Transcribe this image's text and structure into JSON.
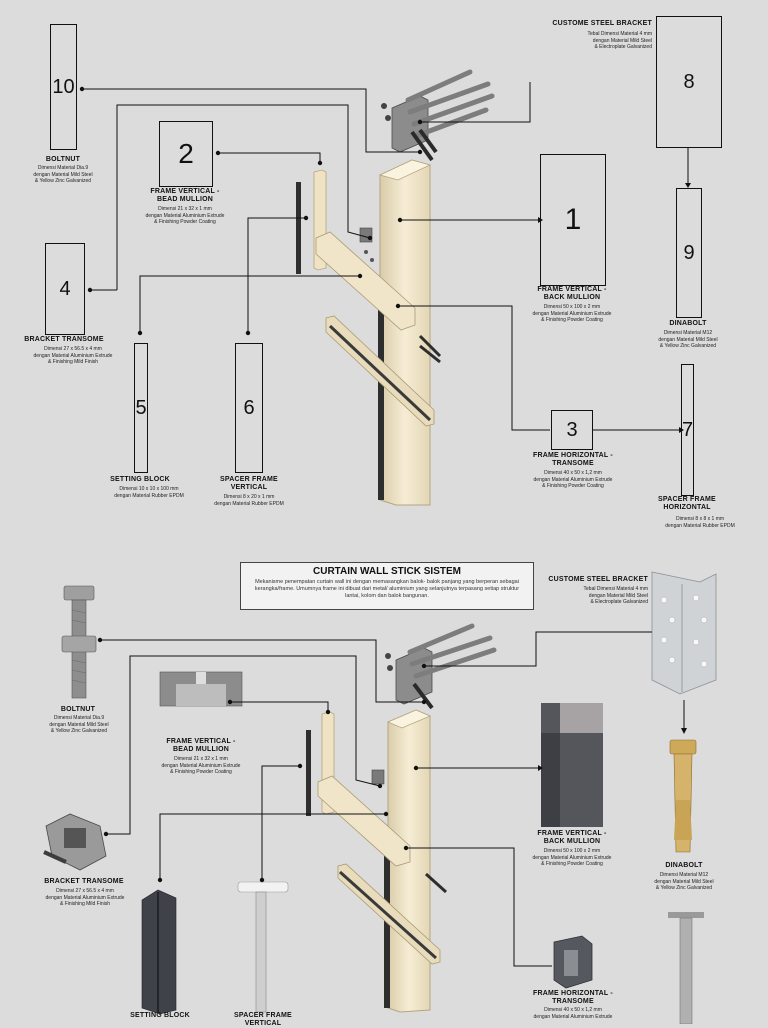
{
  "top": {
    "boxes": [
      {
        "id": "10",
        "num": "10"
      },
      {
        "id": "2",
        "num": "2"
      },
      {
        "id": "8",
        "num": "8"
      },
      {
        "id": "1",
        "num": "1"
      },
      {
        "id": "9",
        "num": "9"
      },
      {
        "id": "4",
        "num": "4"
      },
      {
        "id": "5",
        "num": "5"
      },
      {
        "id": "6",
        "num": "6"
      },
      {
        "id": "3",
        "num": "3"
      },
      {
        "id": "7",
        "num": "7"
      }
    ],
    "labels": {
      "boltnut": {
        "title": "BOLTNUT",
        "desc": [
          "Dimensi Material Dia.9",
          "dengan Material Mild Steel",
          "& Yellow Zinc Galvanized"
        ]
      },
      "bead": {
        "title": [
          "FRAME VERTICAL -",
          "BEAD MULLION"
        ],
        "desc": [
          "Dimensi 21 x 32 x 1 mm",
          "dengan Material Aluminium Extrude",
          "& Finishing Powder Coating"
        ]
      },
      "bracket": {
        "title": "CUSTOME STEEL BRACKET",
        "desc": [
          "Tebal Dimensi Material 4 mm",
          "dengan Material Mild Steel",
          "& Electroplate Galvanized"
        ]
      },
      "back": {
        "title": [
          "FRAME VERTICAL -",
          "BACK MULLION"
        ],
        "desc": [
          "Dimensi 50 x 100 x 2 mm",
          "dengan Material Aluminium Extrude",
          "& Finishing Powder Coating"
        ]
      },
      "dinabolt": {
        "title": "DINABOLT",
        "desc": [
          "Dimensi Material M12",
          "dengan Material Mild Steel",
          "& Yellow Zinc Galvanized"
        ]
      },
      "transome_br": {
        "title": "BRACKET TRANSOME",
        "desc": [
          "Dimensi 27 x 56.5 x 4 mm",
          "dengan Material Aluminium Extrude",
          "& Finishing Mild Finish"
        ]
      },
      "setting": {
        "title": "SETTING BLOCK",
        "desc": [
          "Dimensi 10 x 10 x 100 mm",
          "dengan Material Rubber EPDM"
        ]
      },
      "spacer_v": {
        "title": [
          "SPACER FRAME",
          "VERTICAL"
        ],
        "desc": [
          "Dimensi 8 x 20 x 1 mm",
          "dengan Material Rubber EPDM"
        ]
      },
      "horizontal": {
        "title": [
          "FRAME HORIZONTAL -",
          "TRANSOME"
        ],
        "desc": [
          "Dimensi 40 x 50 x 1,2 mm",
          "dengan Material Aluminium Extrude",
          "& Finishing Powder Coating"
        ]
      },
      "spacer_h": {
        "title": [
          "SPACER FRAME",
          "HORIZONTAL"
        ],
        "desc": [
          "Dimensi 8 x 8 x 1 mm",
          "dengan Material Rubber EPDM"
        ]
      }
    }
  },
  "bottom": {
    "title": "CURTAIN WALL STICK SISTEM",
    "description": "Mekanisme penempatan curtain wall ini dengan memasangkan balok- balok panjang yang berperan sebagai kerangka/frame. Umumnya frame ini dibuat dari metal/ aluminium yang selanjutnya terpasang setiap struktur lantai, kolom dan balok bangunan.",
    "labels": {
      "bracket": {
        "title": "CUSTOME STEEL BRACKET",
        "desc": [
          "Tebal Dimensi Material 4 mm",
          "dengan Material Mild Steel",
          "& Electroplate Galvanized"
        ]
      },
      "boltnut": {
        "title": "BOLTNUT",
        "desc": [
          "Dimensi Material Dia.9",
          "dengan Material Mild Steel",
          "& Yellow Zinc Galvanized"
        ]
      },
      "bead": {
        "title": [
          "FRAME VERTICAL -",
          "BEAD MULLION"
        ],
        "desc": [
          "Dimensi 21 x 32 x 1 mm",
          "dengan Material Aluminium Extrude",
          "& Finishing Powder Coating"
        ]
      },
      "back": {
        "title": [
          "FRAME VERTICAL -",
          "BACK MULLION"
        ],
        "desc": [
          "Dimensi 50 x 100 x 2 mm",
          "dengan Material Aluminium Extrude",
          "& Finishing Powder Coating"
        ]
      },
      "dinabolt": {
        "title": "DINABOLT",
        "desc": [
          "Dimensi Material M12",
          "dengan Material Mild Steel",
          "& Yellow Zinc Galvanized"
        ]
      },
      "transome_br": {
        "title": "BRACKET TRANSOME",
        "desc": [
          "Dimensi 27 x 56.5 x 4 mm",
          "dengan Material Aluminium Extrude",
          "& Finishing Mild Finish"
        ]
      },
      "setting": {
        "title": "SETTING BLOCK"
      },
      "spacer_v": {
        "title": [
          "SPACER FRAME",
          "VERTICAL"
        ]
      },
      "horizontal": {
        "title": [
          "FRAME HORIZONTAL -",
          "TRANSOME"
        ],
        "desc": [
          "Dimensi 40 x 50 x 1,2 mm",
          "dengan Material Aluminium Extrude"
        ]
      }
    }
  },
  "colors": {
    "frame": "#f3e8cc",
    "frame_edge": "#b5a67f",
    "dark": "#2c2c2c",
    "steel": "#9a9a9a",
    "background": "#dcdcdc"
  }
}
